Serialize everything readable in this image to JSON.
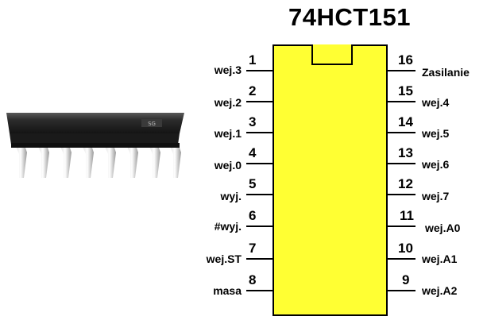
{
  "chip": {
    "title": "74HCT151",
    "body_color": "#ffff33"
  },
  "pins_left": [
    {
      "number": "1",
      "label": "wej.3"
    },
    {
      "number": "2",
      "label": "wej.2"
    },
    {
      "number": "3",
      "label": "wej.1"
    },
    {
      "number": "4",
      "label": "wej.0"
    },
    {
      "number": "5",
      "label": "wyj."
    },
    {
      "number": "6",
      "label": "#wyj."
    },
    {
      "number": "7",
      "label": "wej.ST"
    },
    {
      "number": "8",
      "label": "masa"
    }
  ],
  "pins_right": [
    {
      "number": "16",
      "label": "Zasilanie"
    },
    {
      "number": "15",
      "label": "wej.4"
    },
    {
      "number": "14",
      "label": "wej.5"
    },
    {
      "number": "13",
      "label": "wej.6"
    },
    {
      "number": "12",
      "label": "wej.7"
    },
    {
      "number": "11",
      "label": "wej.A0"
    },
    {
      "number": "10",
      "label": "wej.A1"
    },
    {
      "number": "9",
      "label": "wej.A2"
    }
  ]
}
